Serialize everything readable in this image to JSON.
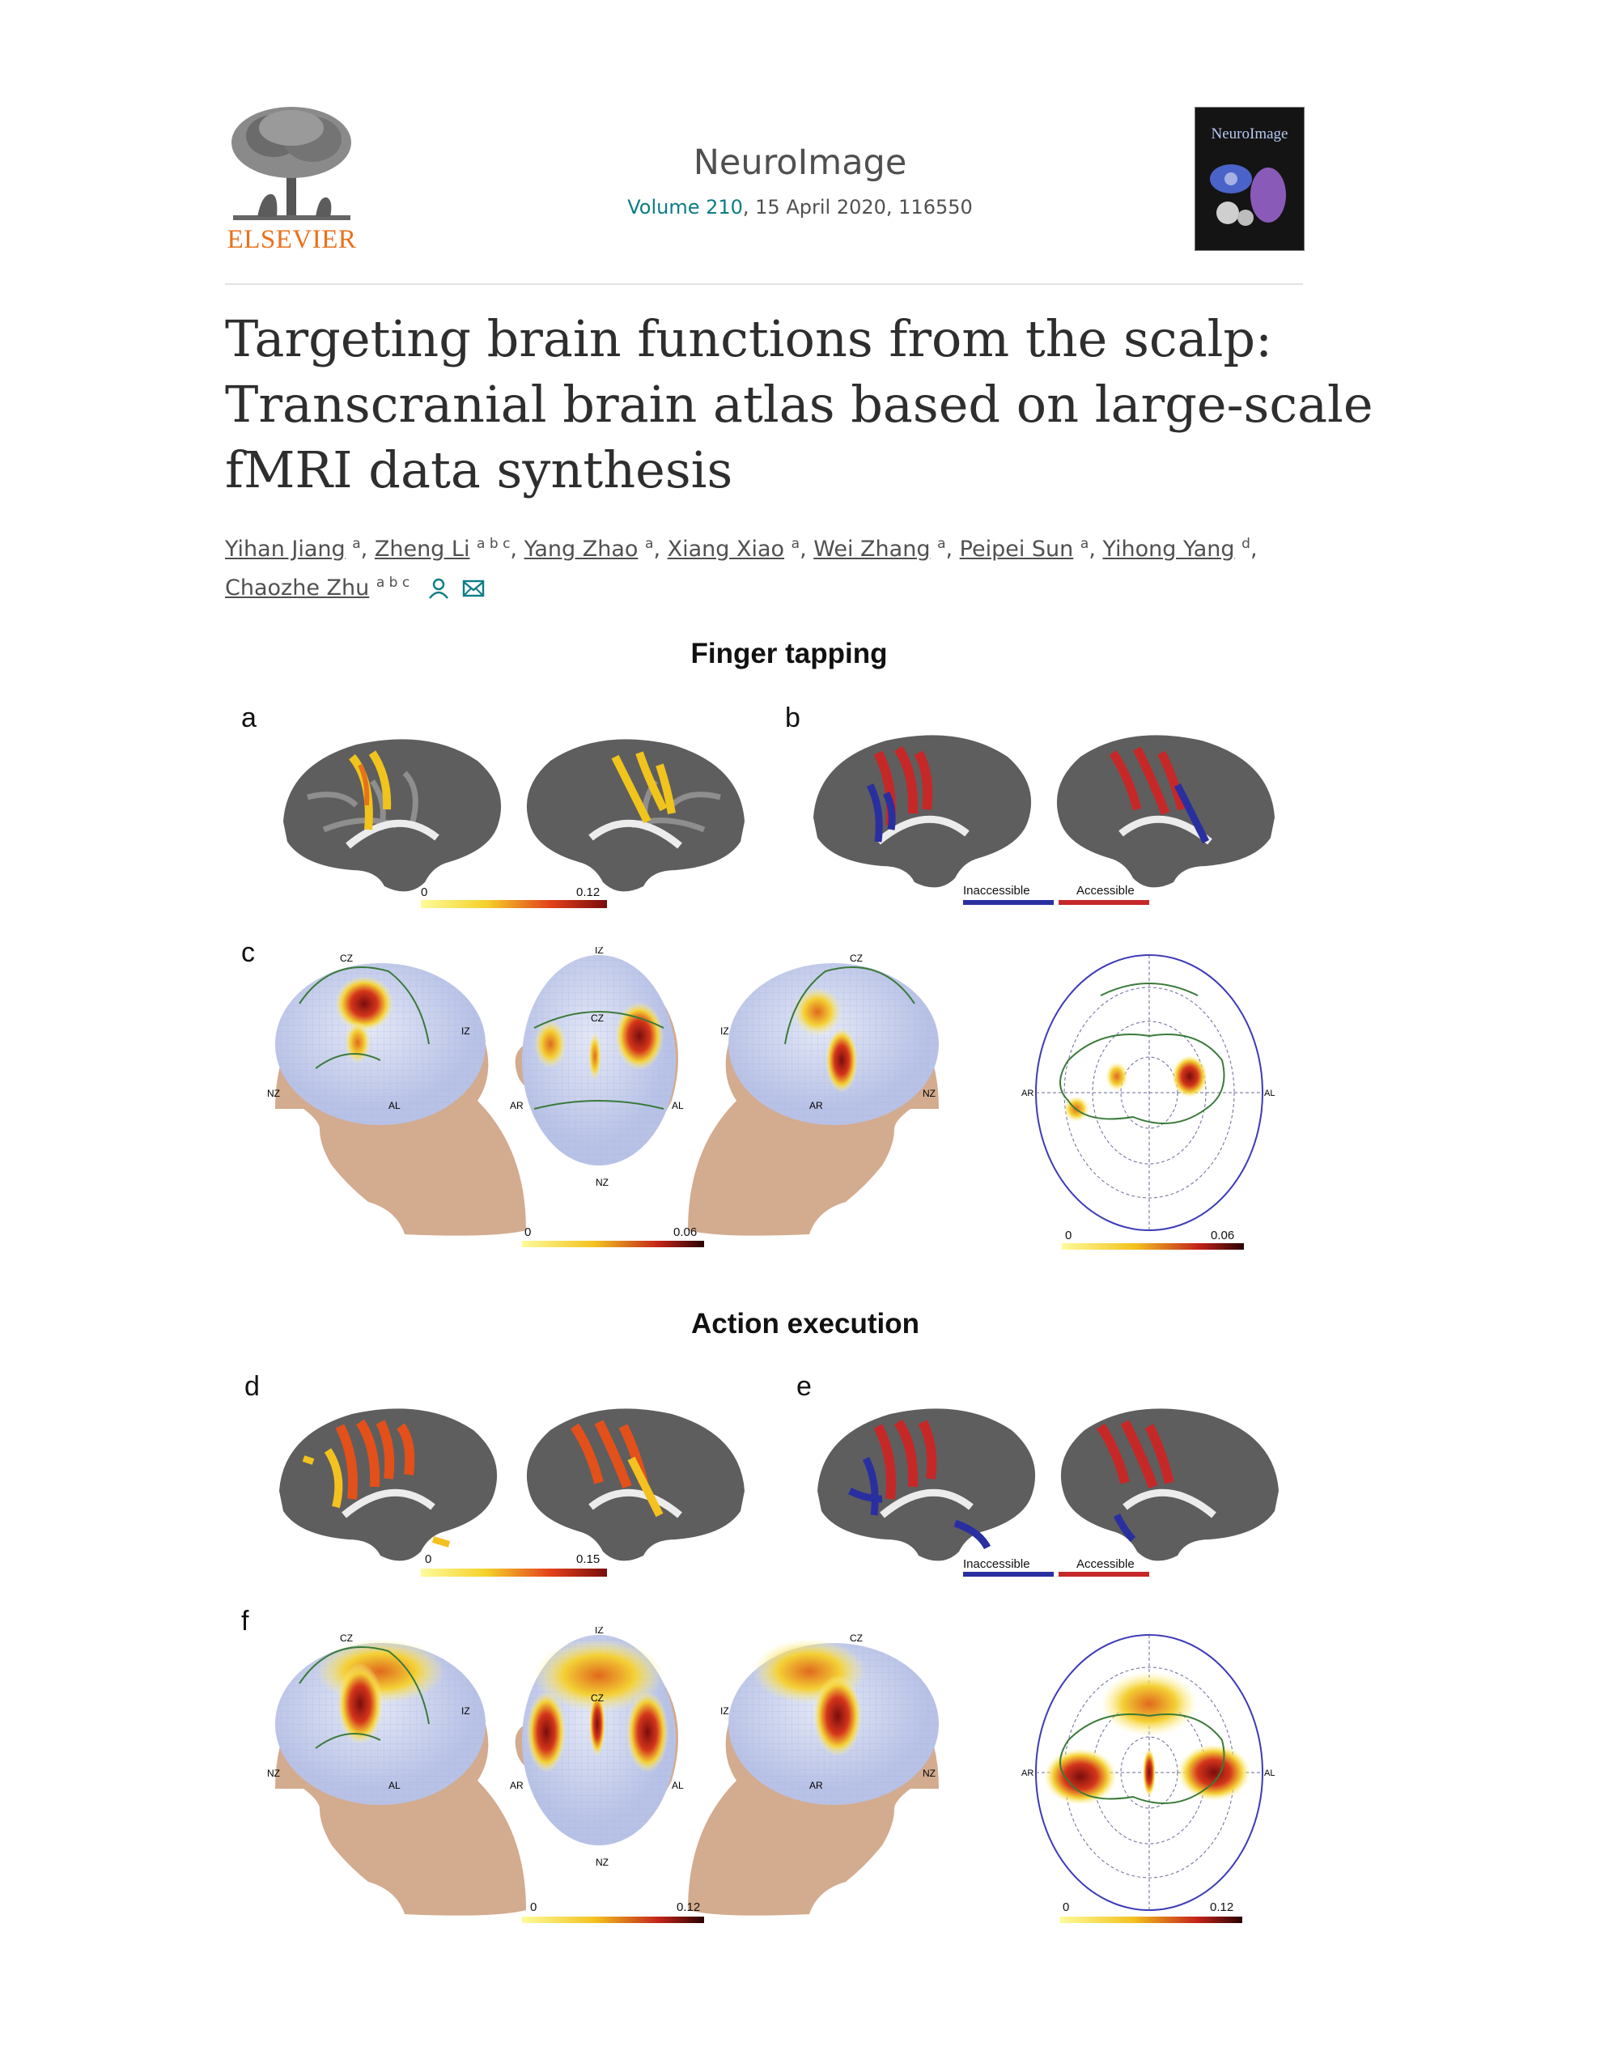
{
  "header": {
    "publisher": "ELSEVIER",
    "journal": "NeuroImage",
    "volume_link": "Volume 210",
    "volume_rest": ", 15 April 2020, 116550",
    "cover_title": "NeuroImage"
  },
  "article": {
    "title_lines": [
      "Targeting brain functions from the scalp:",
      "Transcranial brain atlas based on large-scale",
      "fMRI data synthesis"
    ],
    "authors": [
      {
        "name": "Yihan Jiang",
        "aff": "a"
      },
      {
        "name": "Zheng Li",
        "aff": "a b c"
      },
      {
        "name": "Yang Zhao",
        "aff": "a"
      },
      {
        "name": "Xiang Xiao",
        "aff": "a"
      },
      {
        "name": "Wei Zhang",
        "aff": "a"
      },
      {
        "name": "Peipei Sun",
        "aff": "a"
      },
      {
        "name": "Yihong Yang",
        "aff": "d"
      },
      {
        "name": "Chaozhe Zhu",
        "aff": "a b c"
      }
    ]
  },
  "figure": {
    "section1_title": "Finger tapping",
    "section2_title": "Action execution",
    "panel_labels": {
      "a": "a",
      "b": "b",
      "c": "c",
      "d": "d",
      "e": "e",
      "f": "f"
    },
    "colorbars": {
      "a": {
        "min": "0",
        "max": "0.12"
      },
      "c_head": {
        "min": "0",
        "max": "0.06"
      },
      "c_map": {
        "min": "0",
        "max": "0.06"
      },
      "d": {
        "min": "0",
        "max": "0.15"
      },
      "f_head": {
        "min": "0",
        "max": "0.12"
      },
      "f_map": {
        "min": "0",
        "max": "0.12"
      }
    },
    "accessibility_legend": {
      "inaccessible": "Inaccessible",
      "accessible": "Accessible"
    },
    "electrode_labels": {
      "cz": "CZ",
      "iz": "IZ",
      "nz": "NZ",
      "al": "AL",
      "ar": "AR"
    },
    "colors": {
      "heat_low": "#f7ef6a",
      "heat_high": "#8a1010",
      "accessible": "#c62828",
      "inaccessible": "#2a2fa0",
      "brain_gray": "#5a5a5a",
      "skin": "#d3ab8f",
      "link": "#0c7d85",
      "publisher_orange": "#e9711c"
    }
  }
}
